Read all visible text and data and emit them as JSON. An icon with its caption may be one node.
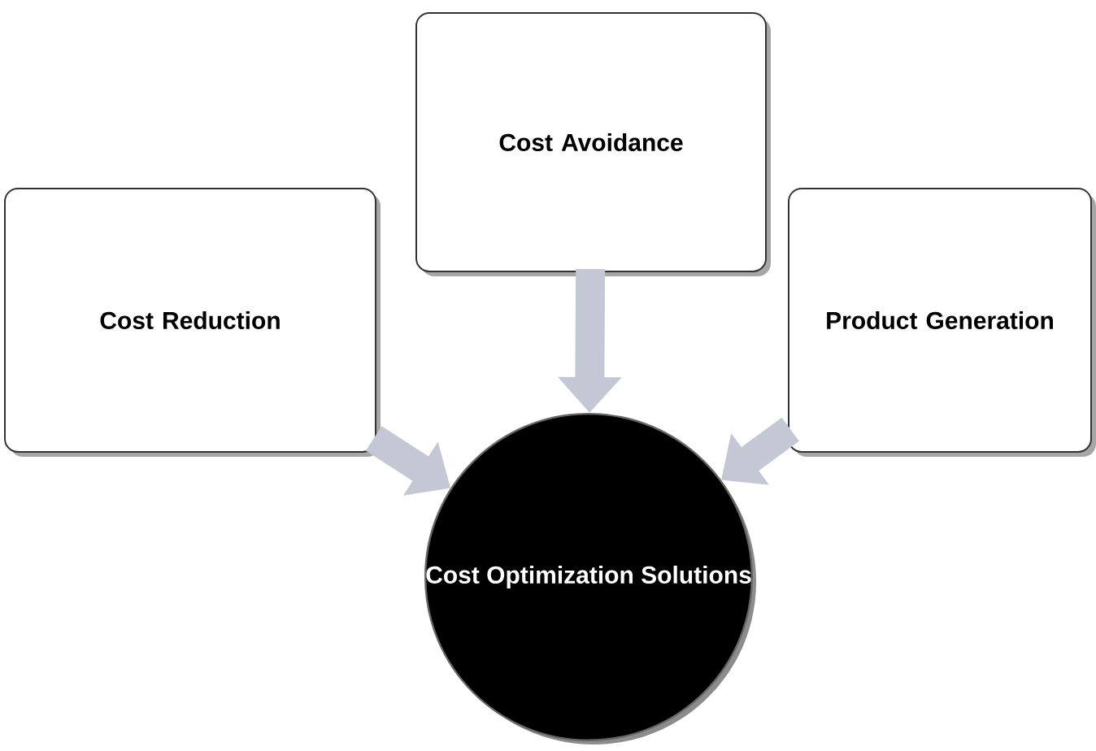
{
  "diagram": {
    "nodes": [
      {
        "text": [
          "Cost Reduction"
        ]
      },
      {
        "text": [
          "Cost Avoidance"
        ]
      },
      {
        "text": [
          "Product Generation"
        ]
      },
      {
        "text": [
          "Cost Optimization Solutions"
        ]
      }
    ],
    "edges": [
      {
        "from": 0,
        "to": 3,
        "arrow": "to"
      },
      {
        "from": 1,
        "to": 3,
        "arrow": "to"
      },
      {
        "from": 2,
        "to": 3,
        "arrow": "to"
      }
    ]
  }
}
